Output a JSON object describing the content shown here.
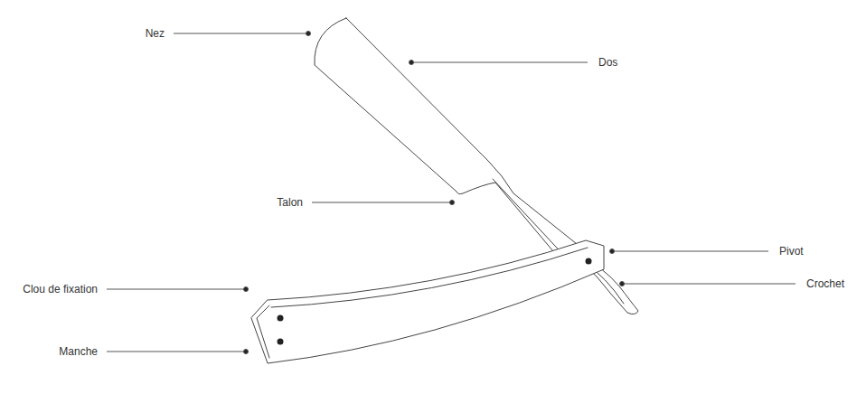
{
  "diagram": {
    "labels": [
      "Nez",
      "Dos",
      "Talon",
      "Pivot",
      "Crochet",
      "Clou de fixation",
      "Manche"
    ]
  }
}
